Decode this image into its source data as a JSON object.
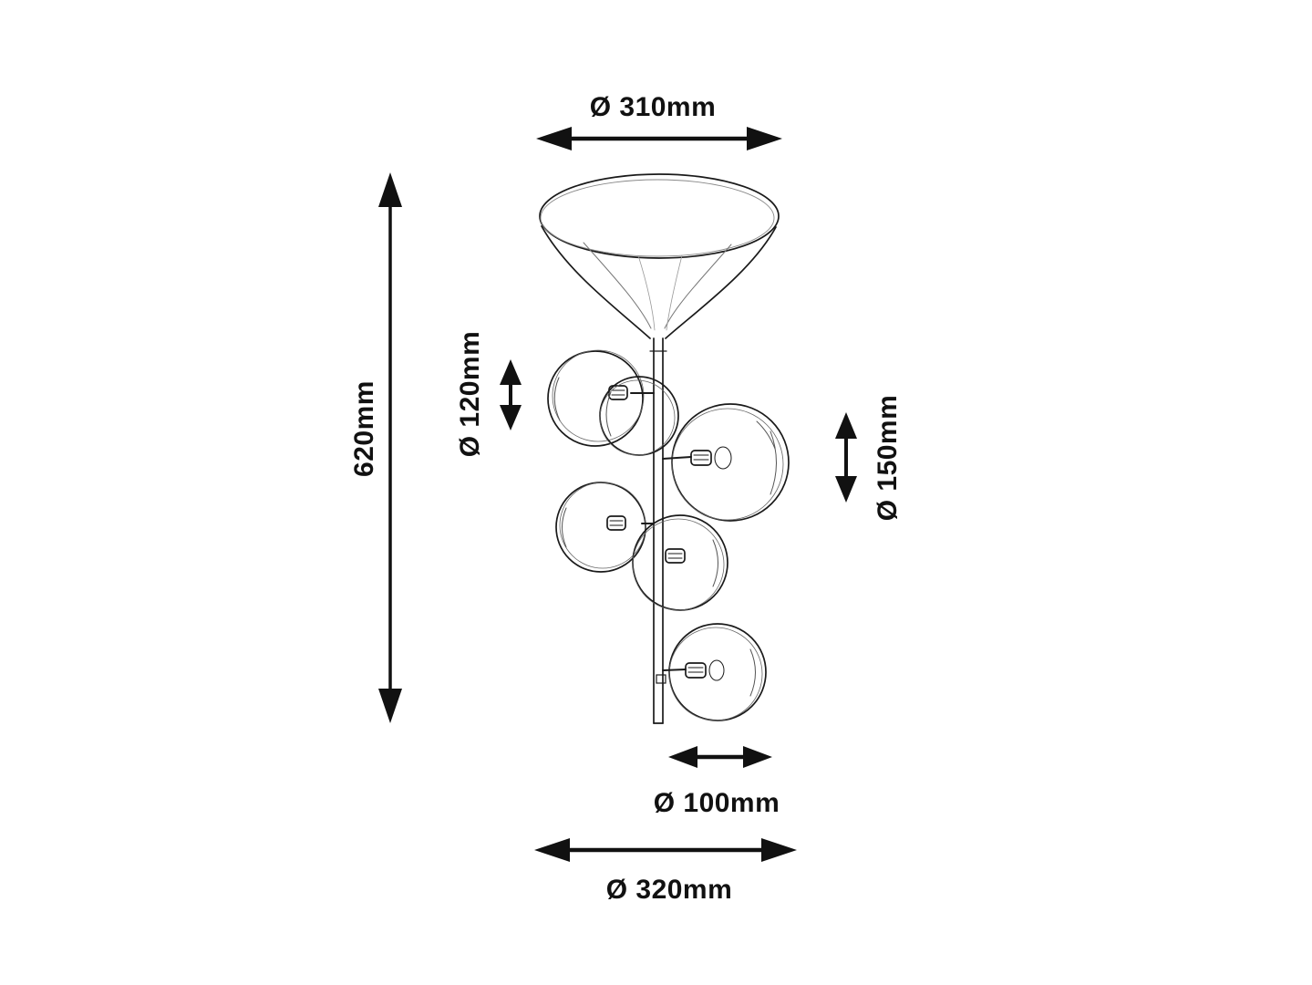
{
  "diagram": {
    "type": "technical-dimension-drawing",
    "subject": "ceiling light fixture with trumpet canopy and glass globe shades",
    "labels": {
      "canopy_diameter": "Ø 310mm",
      "height": "620mm",
      "globe_small": "Ø 120mm",
      "globe_large": "Ø 150mm",
      "globe_bottom": "Ø 100mm",
      "fixture_width": "Ø 320mm"
    },
    "colors": {
      "line": "#111111",
      "sketch": "#555555",
      "background": "#ffffff",
      "text": "#111111"
    }
  }
}
